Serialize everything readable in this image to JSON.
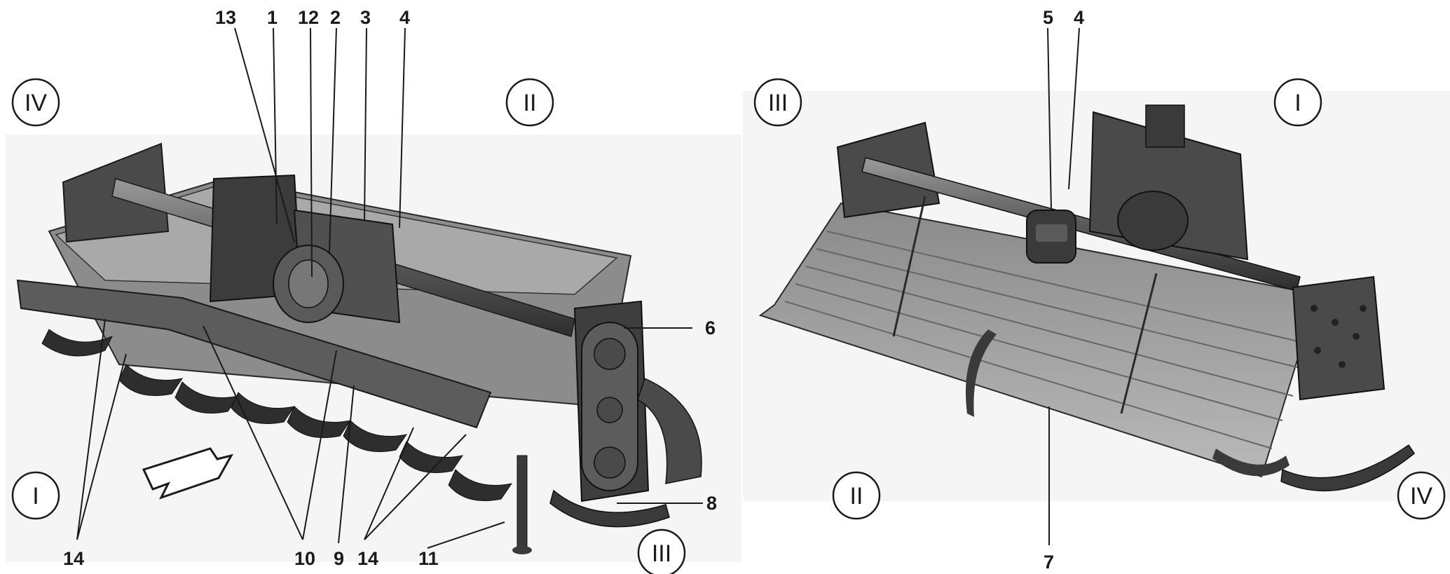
{
  "callouts": {
    "left": [
      "13",
      "1",
      "12",
      "2",
      "3",
      "4",
      "6",
      "8",
      "11",
      "14",
      "10",
      "9",
      "14"
    ],
    "right": [
      "5",
      "4",
      "7"
    ]
  },
  "sides": {
    "left": [
      "IV",
      "II",
      "I",
      "III"
    ],
    "right": [
      "III",
      "I",
      "II",
      "IV"
    ]
  },
  "colors": {
    "machine_dark": "#3a3a3a",
    "machine_mid": "#6e6e6e",
    "machine_light": "#a8a8a8",
    "background_band": "#f4f4f4"
  }
}
